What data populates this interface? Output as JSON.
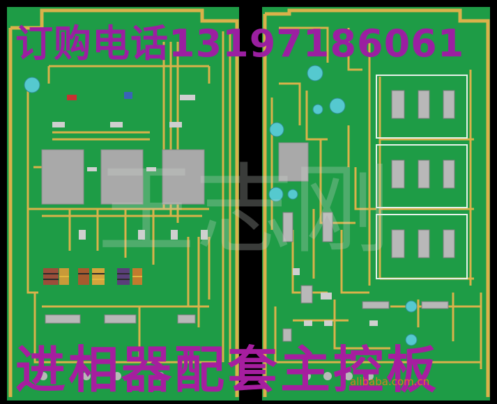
{
  "image": {
    "subject": "green PCB layout of a phase-advancer control board with gold traces and components",
    "colors": {
      "background": "#000000",
      "board_green": "#1e9c46",
      "copper_gold": "#d9b24a",
      "pad_cyan": "#55c9cf",
      "chip_gray": "#a9a9a9",
      "overlay_purple": "#9b1fa1",
      "watermark_gray": "#cfd6d2",
      "source_orange": "#f07a1c"
    }
  },
  "text": {
    "phone": "订购电话13197186061",
    "title": "进相器配套主控板",
    "watermark": "王志刚",
    "source": "alibaba.com.cn"
  }
}
